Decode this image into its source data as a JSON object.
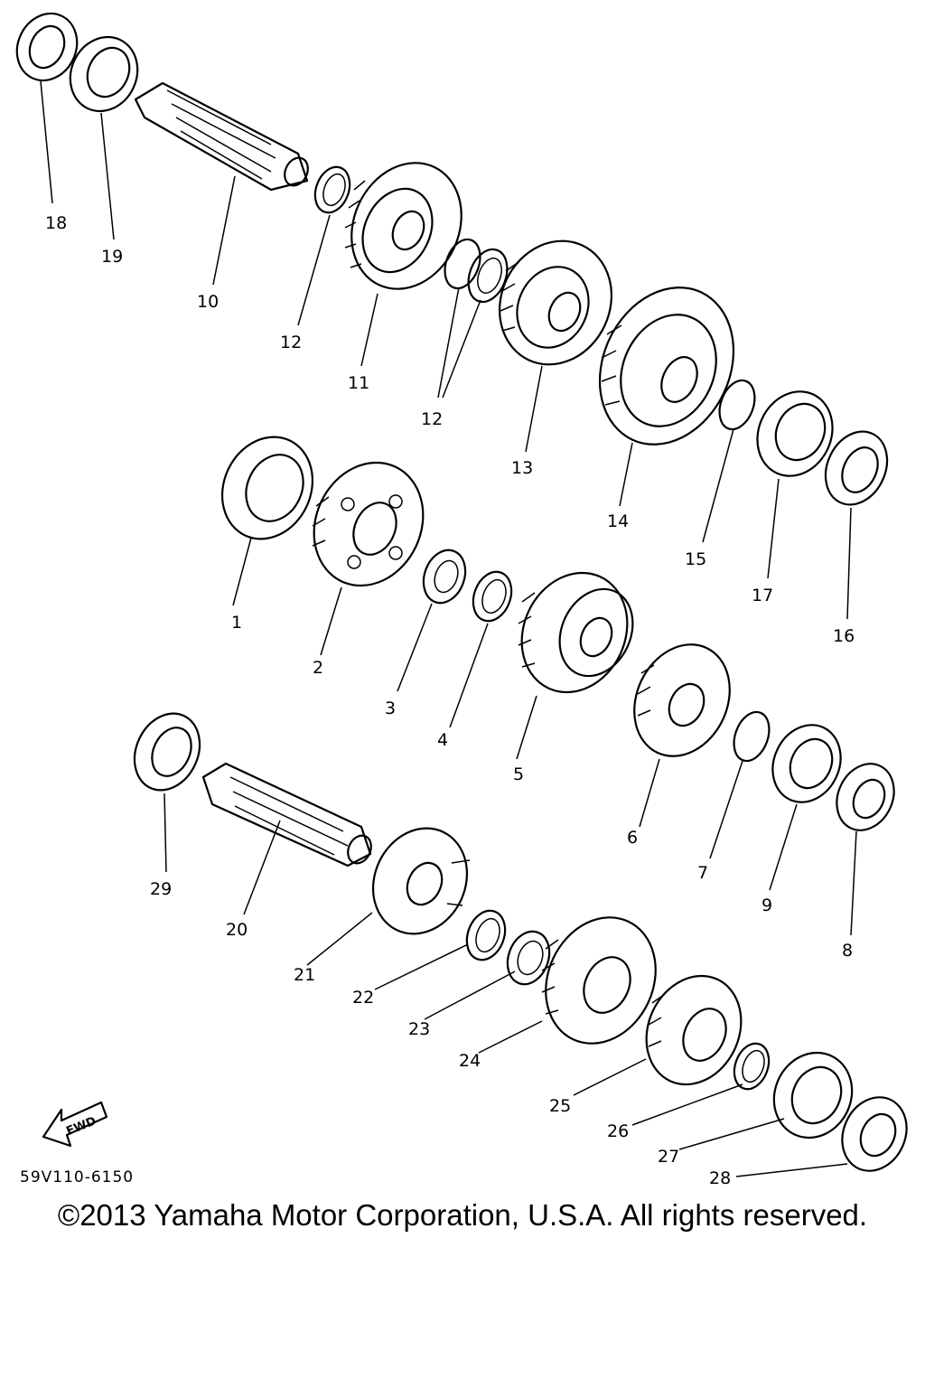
{
  "diagram": {
    "code": "59V110-6150",
    "fwd_label": "FWD",
    "copyright": "©2013 Yamaha Motor Corporation, U.S.A. All rights reserved.",
    "callouts": [
      "1",
      "2",
      "3",
      "4",
      "5",
      "6",
      "7",
      "8",
      "9",
      "10",
      "11",
      "12",
      "13",
      "14",
      "15",
      "16",
      "17",
      "18",
      "19",
      "20",
      "21",
      "22",
      "23",
      "24",
      "25",
      "26",
      "27",
      "28",
      "29"
    ]
  }
}
